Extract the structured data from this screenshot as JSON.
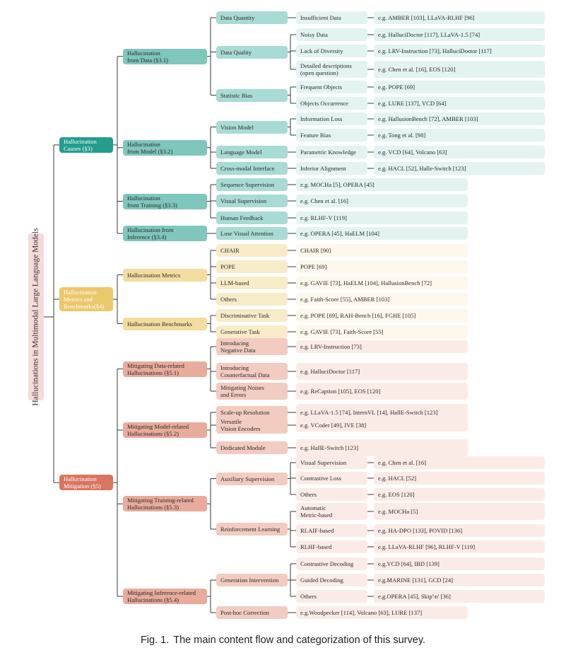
{
  "root_label": "Hallucinations in Multimodal Large Language Models",
  "caption": {
    "label": "Fig. 1.",
    "text": "The main content flow and categorization of this survey."
  },
  "palette": {
    "teal": [
      "#239d8d",
      "#7fc6bd",
      "#a8dbd4",
      "#e3f3f1"
    ],
    "yellow": [
      "#ecc86c",
      "#f3dca0",
      "#f8ebc8",
      "#fdf7ec"
    ],
    "red": [
      "#d97560",
      "#e9ab9c",
      "#f2cbc1",
      "#fbebe7"
    ],
    "line": "#3a3a3a"
  },
  "tree": [
    {
      "label": "Hallucination\nCauses (§3)",
      "color": "teal",
      "children": [
        {
          "label": "Hallucination\nfrom Data (§3.1)",
          "children": [
            {
              "label": "Data Quantity",
              "children": [
                {
                  "label": "Insufficient Data",
                  "children": [
                    {
                      "label": "e.g. AMBER [103], LLaVA-RLHF [96]"
                    }
                  ]
                }
              ]
            },
            {
              "label": "Data Quality",
              "children": [
                {
                  "label": "Noisy Data",
                  "children": [
                    {
                      "label": "e.g. HalluciDoctor [117], LLaVA-1.5 [74]"
                    }
                  ]
                },
                {
                  "label": "Lack of Diversity",
                  "children": [
                    {
                      "label": "e.g. LRV-Instruction [73], HalluciDoctor [117]"
                    }
                  ]
                },
                {
                  "label": "Detailed descriptions\n(open question)",
                  "children": [
                    {
                      "label": "e.g. Chen et al. [16], EOS [120]"
                    }
                  ]
                }
              ]
            },
            {
              "label": "Statistic Bias",
              "children": [
                {
                  "label": "Frequent Objects",
                  "children": [
                    {
                      "label": "e.g. POPE [69]"
                    }
                  ]
                },
                {
                  "label": "Objects Occurrence",
                  "children": [
                    {
                      "label": "e.g. LURE [137], VCD [64]"
                    }
                  ]
                }
              ]
            }
          ]
        },
        {
          "label": "Hallucination\nfrom Model (§3.2)",
          "children": [
            {
              "label": "Vision Model",
              "children": [
                {
                  "label": "Information Loss",
                  "children": [
                    {
                      "label": "e.g. HallusionBench [72], AMBER [103]"
                    }
                  ]
                },
                {
                  "label": "Feature Bias",
                  "children": [
                    {
                      "label": "e.g. Tong et al. [98]"
                    }
                  ]
                }
              ]
            },
            {
              "label": "Language Model",
              "children": [
                {
                  "label": "Parametric Knowledge",
                  "children": [
                    {
                      "label": "e.g. VCD [64], Volcano [63]"
                    }
                  ]
                }
              ]
            },
            {
              "label": "Cross-modal Interface",
              "children": [
                {
                  "label": "Inferior Alignment",
                  "children": [
                    {
                      "label": "e.g. HACL [52], Halle-Switch [123]"
                    }
                  ]
                }
              ]
            }
          ]
        },
        {
          "label": "Hallucination\nfrom Training (§3.3)",
          "children": [
            {
              "label": "Sequence Supervision",
              "children": [
                {
                  "label": "e.g. MOCHa [5], OPERA [45]"
                }
              ]
            },
            {
              "label": "Visual Supervision",
              "children": [
                {
                  "label": "e.g. Chen et al. [16]"
                }
              ]
            },
            {
              "label": "Human Feedback",
              "children": [
                {
                  "label": "e.g. RLHF-V [119]"
                }
              ]
            }
          ]
        },
        {
          "label": "Hallucination from\nInference (§3.4)",
          "children": [
            {
              "label": "Lose Visual Attention",
              "children": [
                {
                  "label": "e.g. OPERA [45], HaELM [104]"
                }
              ]
            }
          ]
        }
      ]
    },
    {
      "label": "Hallucination\nMetrics and\nBenchmarks(§4)",
      "color": "yellow",
      "children": [
        {
          "label": "Hallucination Metrics",
          "children": [
            {
              "label": "CHAIR",
              "children": [
                {
                  "label": "CHAIR [90]"
                }
              ]
            },
            {
              "label": "POPE",
              "children": [
                {
                  "label": "POPE [69]"
                }
              ]
            },
            {
              "label": "LLM-based",
              "children": [
                {
                  "label": "e.g. GAVIE [73], HaELM [104], HallusionBench [72]"
                }
              ]
            },
            {
              "label": "Others",
              "children": [
                {
                  "label": "e.g. Faith-Score [55], AMBER [103]"
                }
              ]
            }
          ]
        },
        {
          "label": "Hallucination Benchmarks",
          "children": [
            {
              "label": "Discriminative Task",
              "children": [
                {
                  "label": "e.g. POPE [69], RAH-Bench [16], FGHE [105]"
                }
              ]
            },
            {
              "label": "Generative Task",
              "children": [
                {
                  "label": "e.g. GAVIE [73], Faith-Score [55]"
                }
              ]
            }
          ]
        }
      ]
    },
    {
      "label": "Hallucination\nMitigation (§5)",
      "color": "red",
      "children": [
        {
          "label": "Mitigating Data-related\nHallucinations (§5.1)",
          "children": [
            {
              "label": "Introducing\nNegative Data",
              "children": [
                {
                  "label": "e.g. LRV-Instruction [73]"
                }
              ]
            },
            {
              "label": "Introducing\nCounterfactual Data",
              "children": [
                {
                  "label": "e.g. HalluciDoctor [117]"
                }
              ]
            },
            {
              "label": "Mitigating Noises\nand Errors",
              "children": [
                {
                  "label": "e.g. ReCaption [105], EOS [120]"
                }
              ]
            }
          ]
        },
        {
          "label": "Mitigating Model-related\nHallucinations (§5.2)",
          "children": [
            {
              "label": "Scale-up Resolution",
              "children": [
                {
                  "label": "e.g. LLaVA-1.5 [74], InternVL [14], HallE-Switch [123]"
                }
              ]
            },
            {
              "label": "Versatile\nVision Encoders",
              "children": [
                {
                  "label": "e.g. VCoder [49], IVE [38]"
                }
              ]
            },
            {
              "label": "Dedicated Module",
              "children": [
                {
                  "label": "e.g. HallE-Switch [123]"
                }
              ]
            }
          ]
        },
        {
          "label": "Mitigating Training-related\nHallucinations (§5.3)",
          "children": [
            {
              "label": "Auxiliary Supervision",
              "children": [
                {
                  "label": "Visual Supervision",
                  "children": [
                    {
                      "label": "e.g. Chen et al. [16]"
                    }
                  ]
                },
                {
                  "label": "Contrastive Loss",
                  "children": [
                    {
                      "label": "e.g. HACL [52]"
                    }
                  ]
                },
                {
                  "label": "Others",
                  "children": [
                    {
                      "label": "e.g. EOS [120]"
                    }
                  ]
                }
              ]
            },
            {
              "label": "Reinforcement Learning",
              "children": [
                {
                  "label": "Automatic\nMetric-based",
                  "children": [
                    {
                      "label": "e.g. MOCHa [5]"
                    }
                  ]
                },
                {
                  "label": "RLAIF-based",
                  "children": [
                    {
                      "label": "e.g. HA-DPO [133], POVID [136]"
                    }
                  ]
                },
                {
                  "label": "RLHF-based",
                  "children": [
                    {
                      "label": "e.g. LLaVA-RLHF [96], RLHF-V [119]"
                    }
                  ]
                }
              ]
            }
          ]
        },
        {
          "label": "Mitigating Inference-related\nHallucinations (§5.4)",
          "children": [
            {
              "label": "Generation Intervention",
              "children": [
                {
                  "label": "Contrastive Decoding",
                  "children": [
                    {
                      "label": "e.g.VCD [64], IBD [139]"
                    }
                  ]
                },
                {
                  "label": "Guided Decoding",
                  "children": [
                    {
                      "label": "e.g.MARINE [131], GCD [24]"
                    }
                  ]
                },
                {
                  "label": "Others",
                  "children": [
                    {
                      "label": "e.g.OPERA [45], Skip'\\n' [36]"
                    }
                  ]
                }
              ]
            },
            {
              "label": "Post-hoc Correction",
              "children": [
                {
                  "label": "e.g.Woodpecker [114], Volcano [63], LURE [137]"
                }
              ]
            }
          ]
        }
      ]
    }
  ]
}
